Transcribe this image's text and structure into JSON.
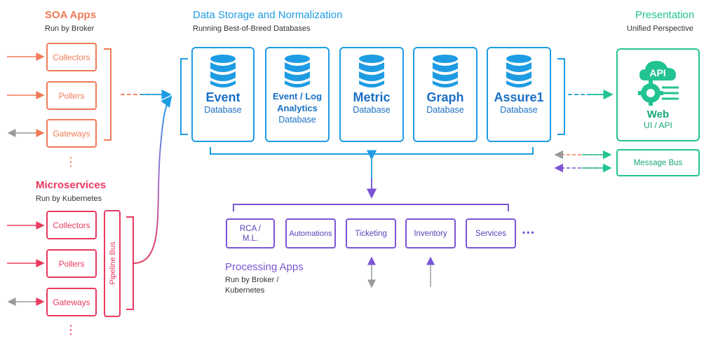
{
  "soa": {
    "title": "SOA Apps",
    "subtitle": "Run by Broker",
    "items": [
      "Collectors",
      "Pollers",
      "Gateways"
    ]
  },
  "microservices": {
    "title": "Microservices",
    "subtitle": "Run by Kubernetes",
    "items": [
      "Collectors",
      "Pollers",
      "Gateways"
    ],
    "bus": "Pipeline Bus"
  },
  "storage": {
    "title": "Data Storage and Normalization",
    "subtitle": "Running Best-of-Breed Databases",
    "databases": [
      {
        "name": "Event",
        "type": "Database"
      },
      {
        "name_line1": "Event / Log",
        "name_line2": "Analytics",
        "type": "Database"
      },
      {
        "name": "Metric",
        "type": "Database"
      },
      {
        "name": "Graph",
        "type": "Database"
      },
      {
        "name": "Assure1",
        "type": "Database"
      }
    ]
  },
  "presentation": {
    "title": "Presentation",
    "subtitle": "Unified Perspective",
    "web_name": "Web",
    "web_type": "UI / API",
    "api_badge": "API",
    "message_bus": "Message Bus"
  },
  "processing": {
    "title": "Processing Apps",
    "subtitle_line1": "Run by Broker /",
    "subtitle_line2": "Kubernetes",
    "apps": [
      {
        "line1": "RCA /",
        "line2": "M.L."
      },
      {
        "label": "Automations"
      },
      {
        "label": "Ticketing"
      },
      {
        "label": "Inventory"
      },
      {
        "label": "Services"
      }
    ],
    "more": "•••"
  },
  "colors": {
    "soa": "#f07a57",
    "microservices": "#e8395f",
    "storage": "#1e9ce3",
    "presentation": "#22c392",
    "processing": "#7b55d6",
    "neutral": "#9a9a9a"
  }
}
